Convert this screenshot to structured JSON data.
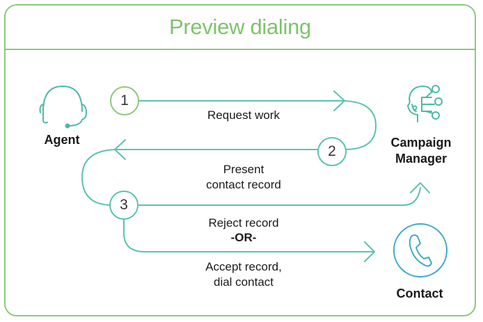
{
  "title": "Preview dialing",
  "nodes": {
    "agent": "Agent",
    "campaign_manager_line1": "Campaign",
    "campaign_manager_line2": "Manager",
    "contact": "Contact"
  },
  "steps": {
    "s1": "1",
    "s2": "2",
    "s3": "3"
  },
  "labels": {
    "request_work": "Request work",
    "present_line1": "Present",
    "present_line2": "contact record",
    "reject": "Reject record",
    "or": "-OR-",
    "accept_line1": "Accept record,",
    "accept_line2": "dial contact"
  },
  "colors": {
    "title_green": "#7cc46a",
    "border_green": "#8cc97a",
    "teal": "#5cc2b0",
    "icon_teal": "#4fb9a8",
    "contact_teal": "#3fa9c9"
  }
}
